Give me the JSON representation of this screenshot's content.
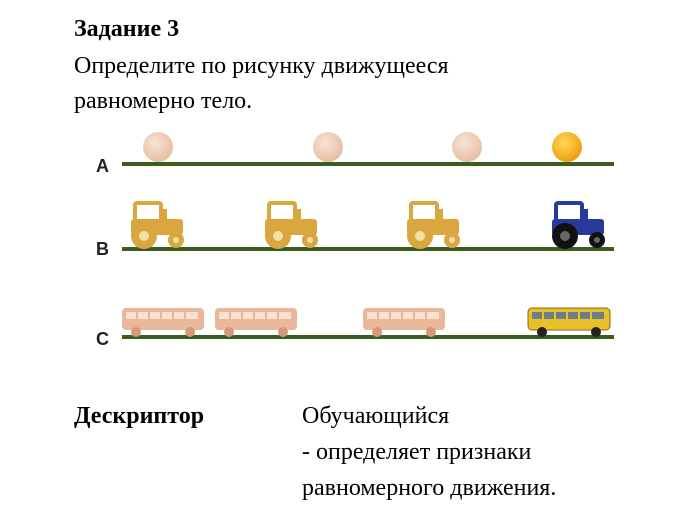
{
  "task": {
    "title": "Задание 3",
    "question_line1": "Определите по рисунку движущееся",
    "question_line2": "равномерно тело."
  },
  "figure": {
    "rows": [
      {
        "label": "A",
        "object": "ball"
      },
      {
        "label": "B",
        "object": "tractor"
      },
      {
        "label": "C",
        "object": "bus"
      }
    ],
    "colors": {
      "track": "#3b5e1f",
      "ball_faded": "#efcfb8",
      "ball_current": "#f5b21a",
      "tractor_faded": "#d9a640",
      "tractor_current": "#2a3a9c",
      "bus_faded": "#e8b898",
      "bus_current": "#e8c02a"
    }
  },
  "descriptor": {
    "label": "Дескриптор",
    "line1": "Обучающийся",
    "line2": "- определяет признаки",
    "line3": "равномерного движения."
  }
}
